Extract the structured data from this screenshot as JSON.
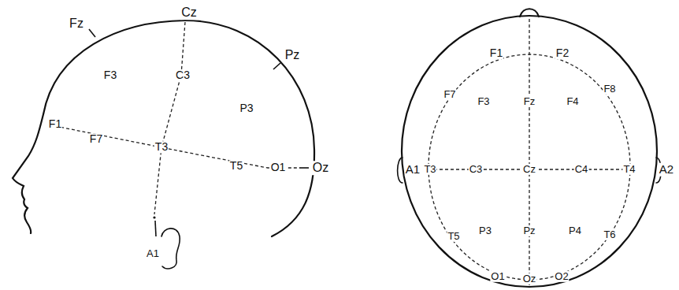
{
  "diagram": {
    "labels": [
      "Fz",
      "Cz",
      "F3",
      "C3",
      "Pz",
      "P3",
      "F1",
      "F7",
      "T3",
      "T5",
      "O1",
      "Oz",
      "A1",
      "F1",
      "F2",
      "F7",
      "F3",
      "Fz",
      "F4",
      "F8",
      "A1",
      "T3",
      "C3",
      "Cz",
      "C4",
      "T4",
      "A2",
      "T5",
      "P3",
      "Pz",
      "P4",
      "T6",
      "O1",
      "Oz",
      "O2"
    ]
  }
}
